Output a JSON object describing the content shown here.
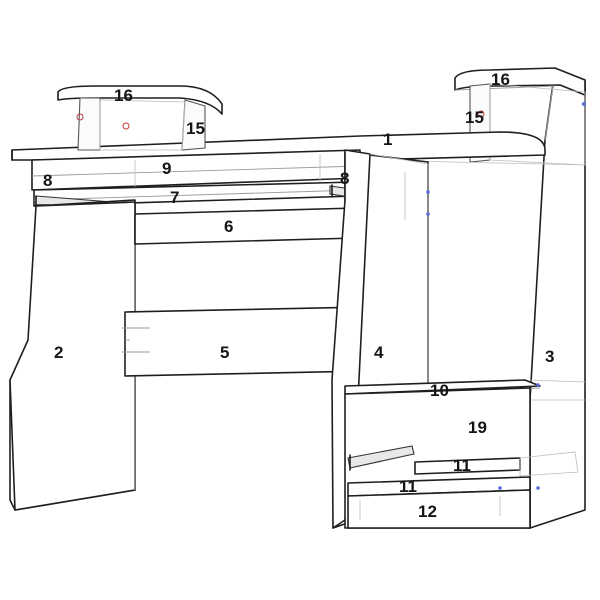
{
  "diagram": {
    "part_labels": [
      {
        "id": "p16a",
        "text": "16"
      },
      {
        "id": "p16b",
        "text": "16"
      },
      {
        "id": "p15a",
        "text": "15"
      },
      {
        "id": "p15b",
        "text": "15"
      },
      {
        "id": "p1",
        "text": "1"
      },
      {
        "id": "p9",
        "text": "9"
      },
      {
        "id": "p8a",
        "text": "8"
      },
      {
        "id": "p8b",
        "text": "8"
      },
      {
        "id": "p7",
        "text": "7"
      },
      {
        "id": "p6",
        "text": "6"
      },
      {
        "id": "p2",
        "text": "2"
      },
      {
        "id": "p5",
        "text": "5"
      },
      {
        "id": "p4",
        "text": "4"
      },
      {
        "id": "p3",
        "text": "3"
      },
      {
        "id": "p10",
        "text": "10"
      },
      {
        "id": "p19",
        "text": "19"
      },
      {
        "id": "p11a",
        "text": "11"
      },
      {
        "id": "p11b",
        "text": "11"
      },
      {
        "id": "p12",
        "text": "12"
      }
    ],
    "colors": {
      "line": "#1f1f1f",
      "hidden_line": "#bdbdbd",
      "fastener": "#5a6bd8",
      "hole_marker": "#c23a3a"
    }
  }
}
